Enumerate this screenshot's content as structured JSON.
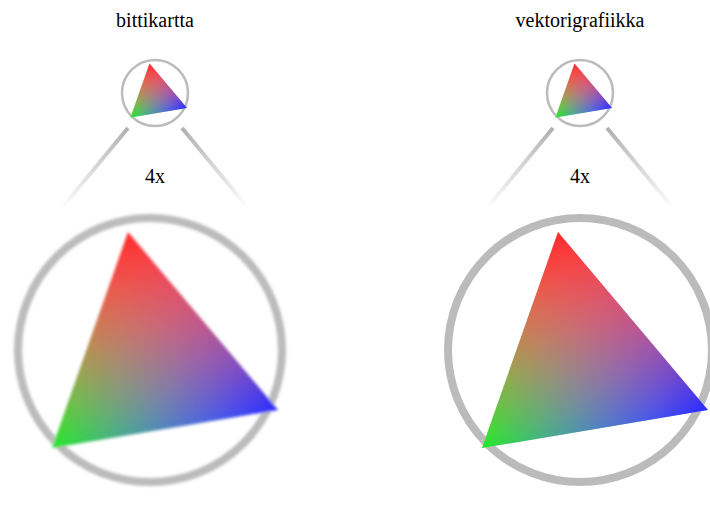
{
  "diagram": {
    "labels": [
      "bittikartta",
      "vektorigrafiikka",
      "4x",
      "4x"
    ]
  }
}
